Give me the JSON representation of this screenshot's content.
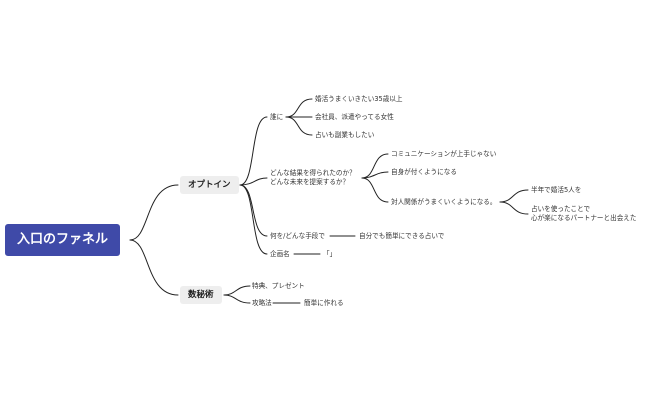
{
  "root": {
    "label": "入口のファネル"
  },
  "branches": {
    "optin": {
      "label": "オプトイン",
      "who": {
        "label": "誰に",
        "children": [
          "婚活うまくいきたい35歳以上",
          "会社員、派遣やってる女性",
          "占いも副業もしたい"
        ]
      },
      "results": {
        "label_line1": "どんな結果を得られたのか？",
        "label_line2": "どんな未来を提案するか？",
        "children": {
          "a": "コミュニケーションが上手じゃない",
          "b": "自身が付くようになる",
          "c": {
            "label": "対人関係がうまくいくようになる。",
            "children": {
              "a": "半年で婚活5人を",
              "b_line1": "占いを使ったことで",
              "b_line2": "心が楽になるパートナーと出会えた"
            }
          }
        }
      },
      "method": {
        "label": "何を/どんな手段で",
        "child": "自分でも簡単にできる占いで"
      },
      "planner": {
        "label": "企画名",
        "child": "「」"
      }
    },
    "numerology": {
      "label": "数秘術",
      "bonus": "特典、プレゼント",
      "strategy": {
        "label": "攻略法",
        "child": "簡単に作れる"
      }
    }
  }
}
